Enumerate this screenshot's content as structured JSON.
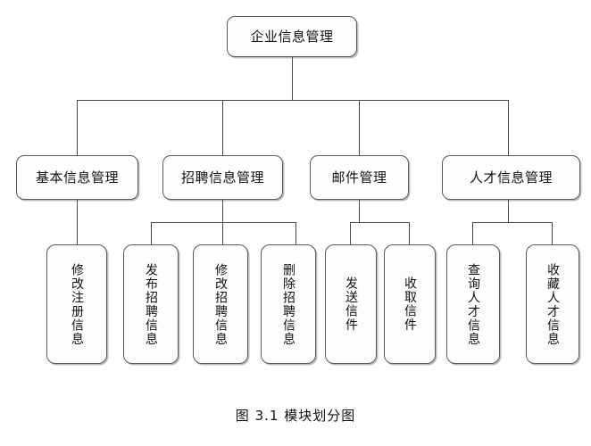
{
  "figure": {
    "caption": "图 3.1 模块划分图"
  },
  "diagram": {
    "type": "tree",
    "orientation": "top-down",
    "line_color": "#4a4a4a",
    "box_fill": "#fdfdfd",
    "box_border": "#5a5a5a",
    "shadow_color": "#bdbdbd",
    "root": {
      "label": "企业信息管理"
    },
    "branches": [
      {
        "label": "基本信息管理",
        "children": [
          {
            "label": "修改注册信息"
          }
        ]
      },
      {
        "label": "招聘信息管理",
        "children": [
          {
            "label": "发布招聘信息"
          },
          {
            "label": "修改招聘信息"
          },
          {
            "label": "删除招聘信息"
          }
        ]
      },
      {
        "label": "邮件管理",
        "children": [
          {
            "label": "发送信件"
          },
          {
            "label": "收取信件"
          }
        ]
      },
      {
        "label": "人才信息管理",
        "children": [
          {
            "label": "查询人才信息"
          },
          {
            "label": "收藏人才信息"
          }
        ]
      }
    ]
  }
}
